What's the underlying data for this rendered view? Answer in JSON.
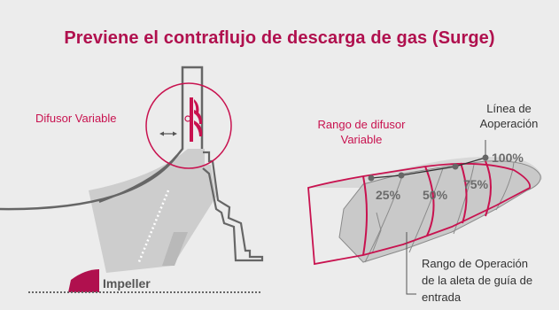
{
  "title": "Previene el contraflujo de descarga de gas (Surge)",
  "labels": {
    "difusor_variable": "Difusor Variable",
    "impeller": "Impeller",
    "rango_difusor_line1": "Rango de difusor",
    "rango_difusor_line2": "Variable",
    "linea_line1": "Línea de",
    "linea_line2": "Aoperación",
    "rango_op_line1": "Rango de Operación",
    "rango_op_line2": "de la aleta de guía de",
    "rango_op_line3": "entrada"
  },
  "percentages": [
    "25%",
    "50%",
    "75%",
    "100%"
  ],
  "colors": {
    "accent": "#c8124f",
    "title": "#b0104e",
    "line": "#555555",
    "fill_light": "#cfcfcf",
    "background": "#ececec"
  }
}
